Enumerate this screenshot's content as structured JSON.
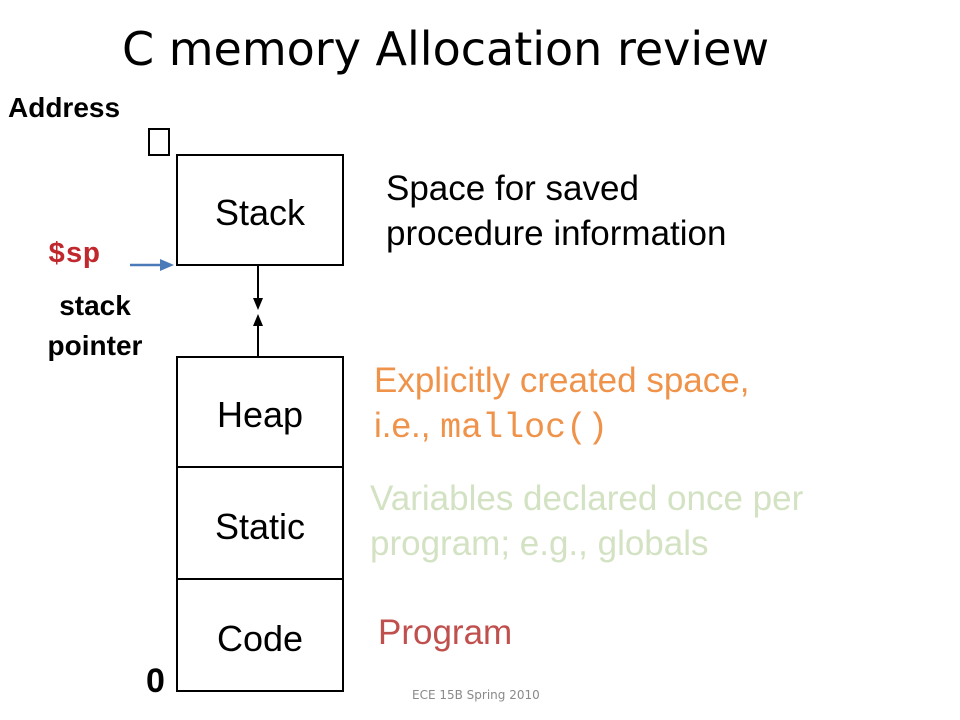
{
  "title": "C memory  Allocation review",
  "address_label": "Address",
  "address_glyph": "missing-glyph-box",
  "segments": {
    "stack": "Stack",
    "heap": "Heap",
    "static": "Static",
    "code": "Code"
  },
  "stack_pointer": {
    "register": "$sp",
    "line1": "stack",
    "line2": "pointer",
    "register_color": "#c0282d",
    "arrow_color": "#4a7ab8"
  },
  "descriptions": {
    "stack": {
      "line1": "Space for saved",
      "line2": "procedure information",
      "color": "#000000"
    },
    "heap": {
      "line1": "Explicitly created space,",
      "line2_prefix": "i.e., ",
      "line2_code": "malloc()",
      "color": "#f0934a"
    },
    "static": {
      "line1": "Variables declared once per",
      "line2": "program; e.g., globals",
      "color": "#d3e2c3"
    },
    "code": {
      "line1": "Program",
      "color": "#c0504d"
    }
  },
  "bottom_address": "0",
  "footer": "ECE 15B Spring 2010"
}
